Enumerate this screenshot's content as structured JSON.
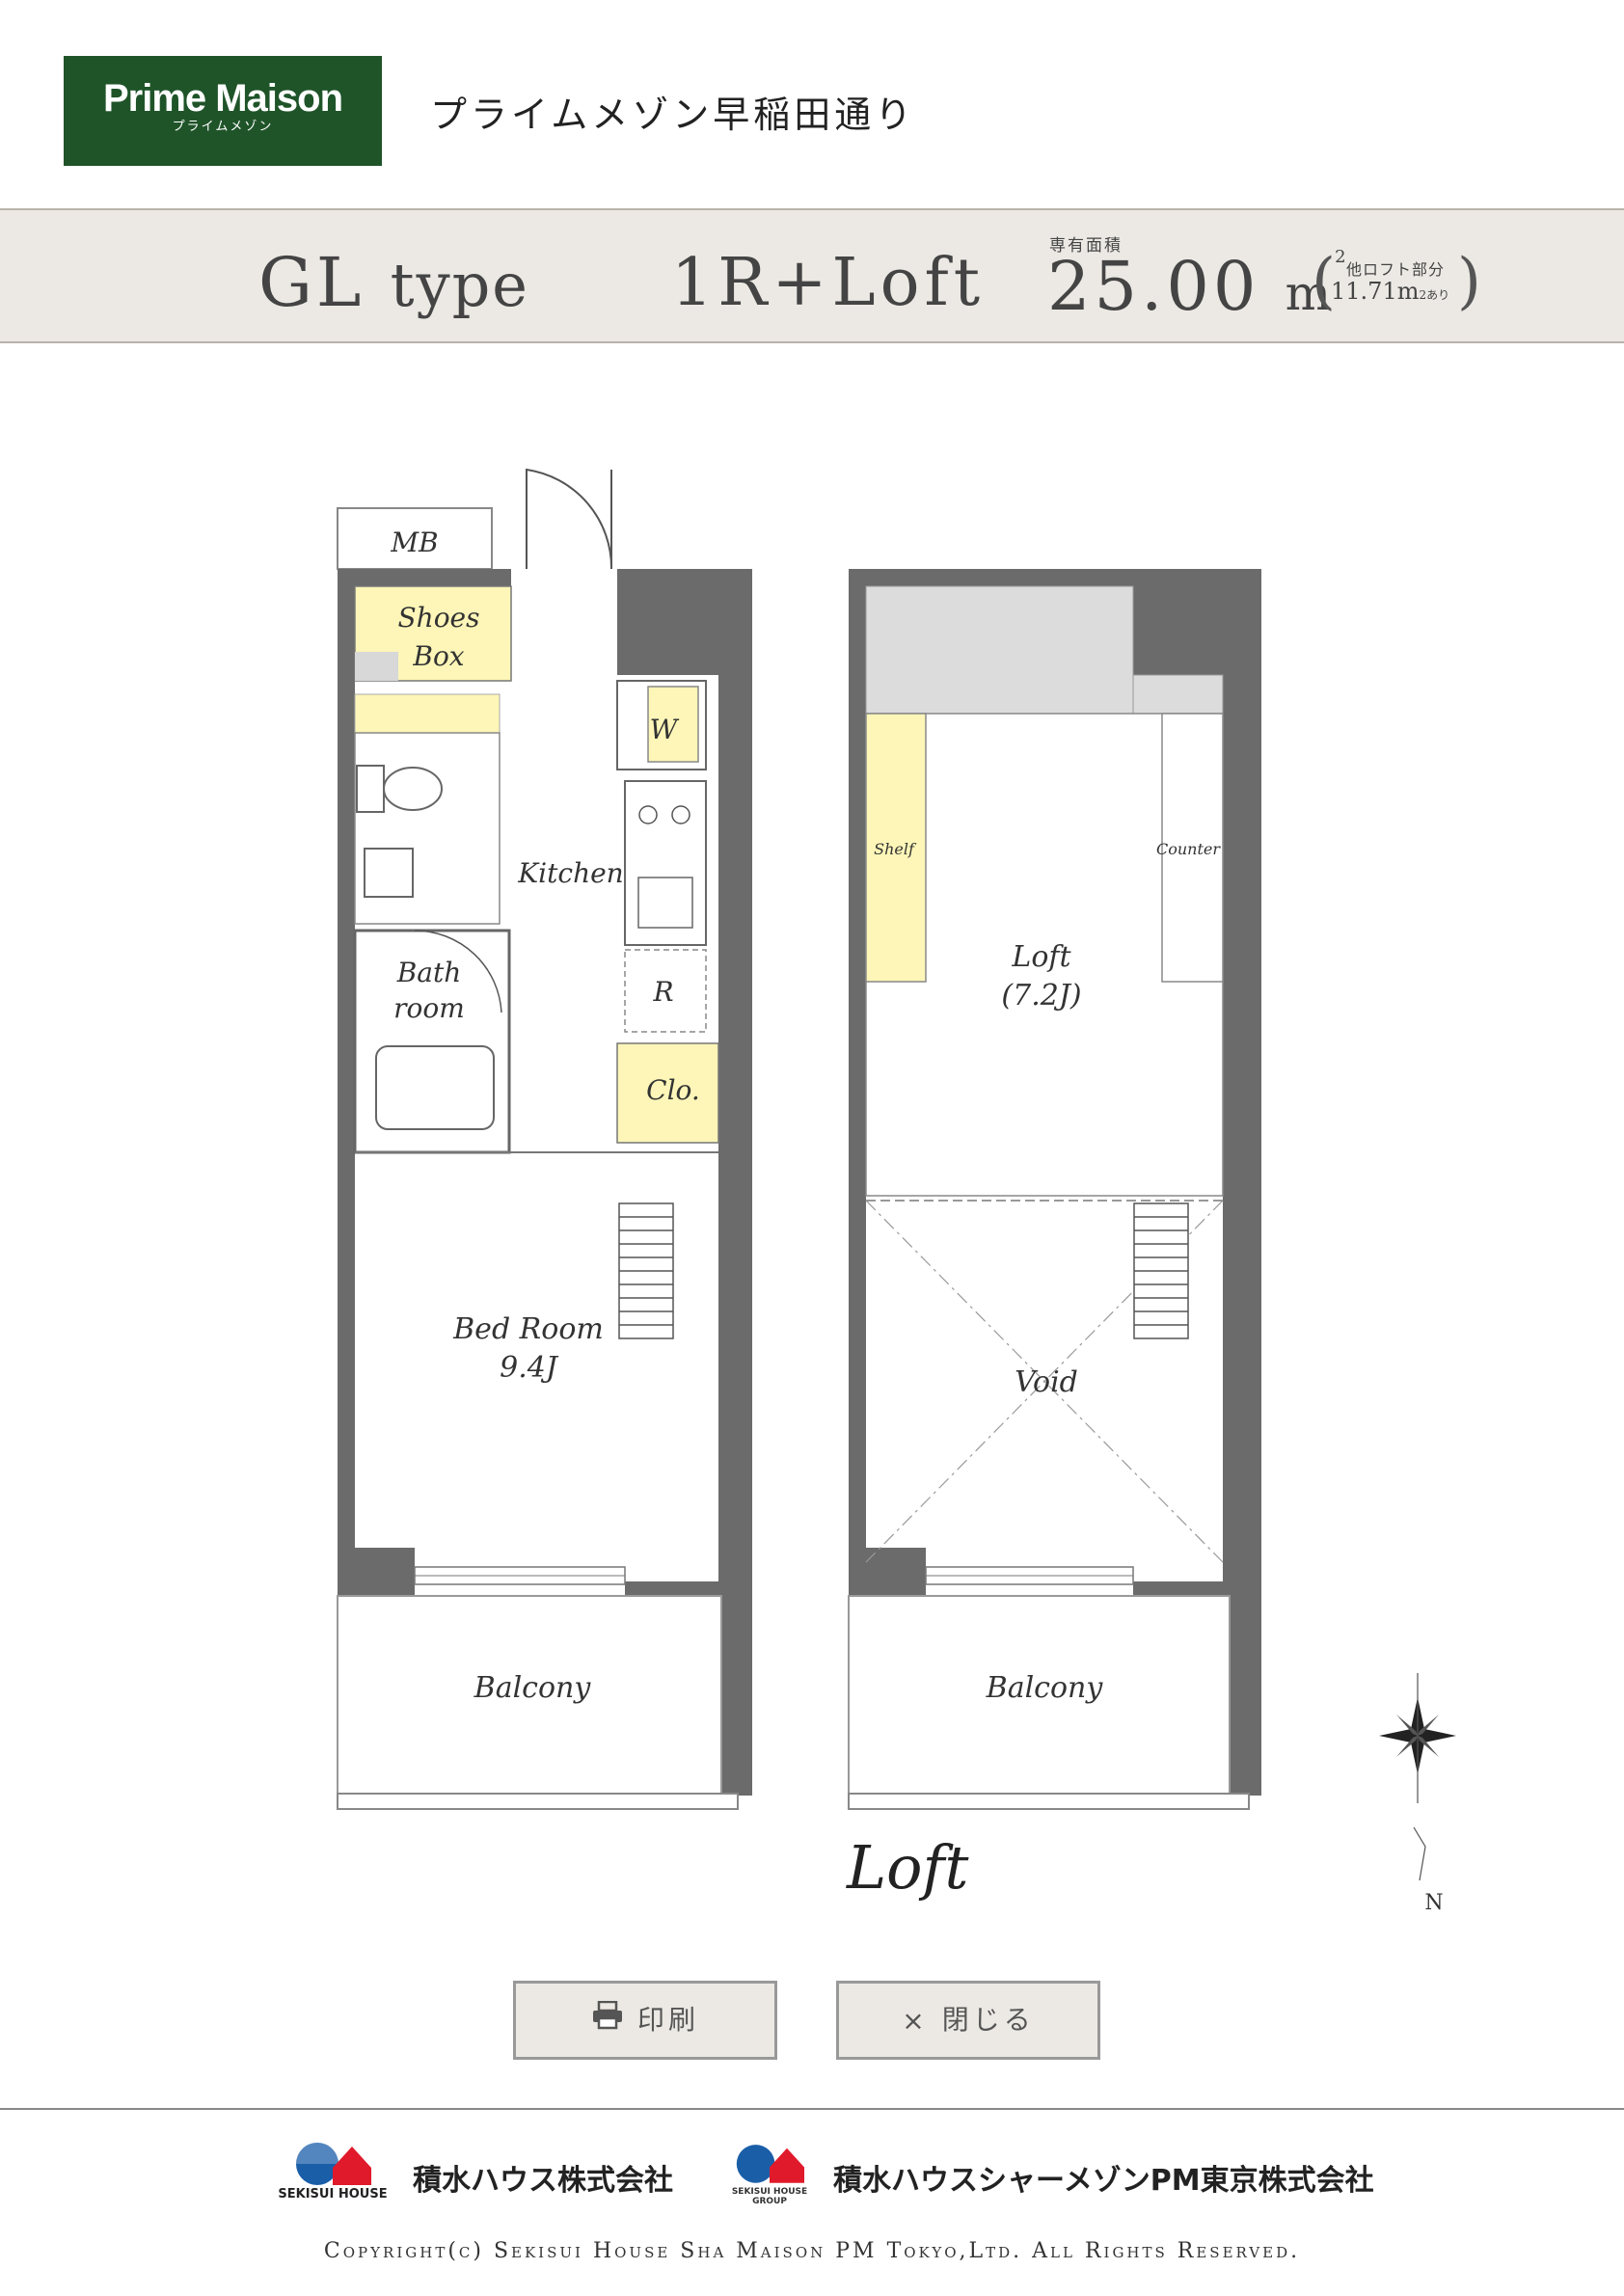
{
  "header": {
    "brand": "Prime Maison",
    "brand_kana": "プライムメゾン",
    "building_name": "プライムメゾン早稲田通り"
  },
  "unit": {
    "type_code": "GL",
    "type_word": "type",
    "layout": "1R+Loft",
    "area_label": "専有面積",
    "area_value": "25.00",
    "area_unit": "m",
    "area_unit_sup": "2",
    "loft_label": "他ロフト部分",
    "loft_value": "11.71",
    "loft_unit": "m",
    "loft_suffix": "あり"
  },
  "floorplan": {
    "ground": {
      "mb": "MB",
      "shoes_1": "Shoes",
      "shoes_2": "Box",
      "washer": "W",
      "kitchen": "Kitchen",
      "fridge": "R",
      "bath_1": "Bath",
      "bath_2": "room",
      "closet": "Clo.",
      "bedroom_1": "Bed Room",
      "bedroom_2": "9.4J",
      "balcony": "Balcony"
    },
    "loft": {
      "shelf": "Shelf",
      "counter": "Counter",
      "loft_1": "Loft",
      "loft_2": "(7.2J)",
      "void": "Void",
      "balcony": "Balcony"
    },
    "caption": "Loft",
    "compass_n": "N"
  },
  "buttons": {
    "print": "印刷",
    "close": "閉じる",
    "close_glyph": "×"
  },
  "footer": {
    "company1_en": "SEKISUI HOUSE",
    "company1": "積水ハウス株式会社",
    "company2_en_1": "SEKISUI HOUSE",
    "company2_en_2": "GROUP",
    "company2": "積水ハウスシャーメゾンPM東京株式会社",
    "copyright": "Copyright(c) Sekisui House Sha Maison PM Tokyo,Ltd. All Rights Reserved."
  },
  "colors": {
    "brand_green": "#1f5429",
    "wall": "#6b6b6b",
    "storage_yellow": "#fdf6b8",
    "band": "#ece9e4"
  }
}
